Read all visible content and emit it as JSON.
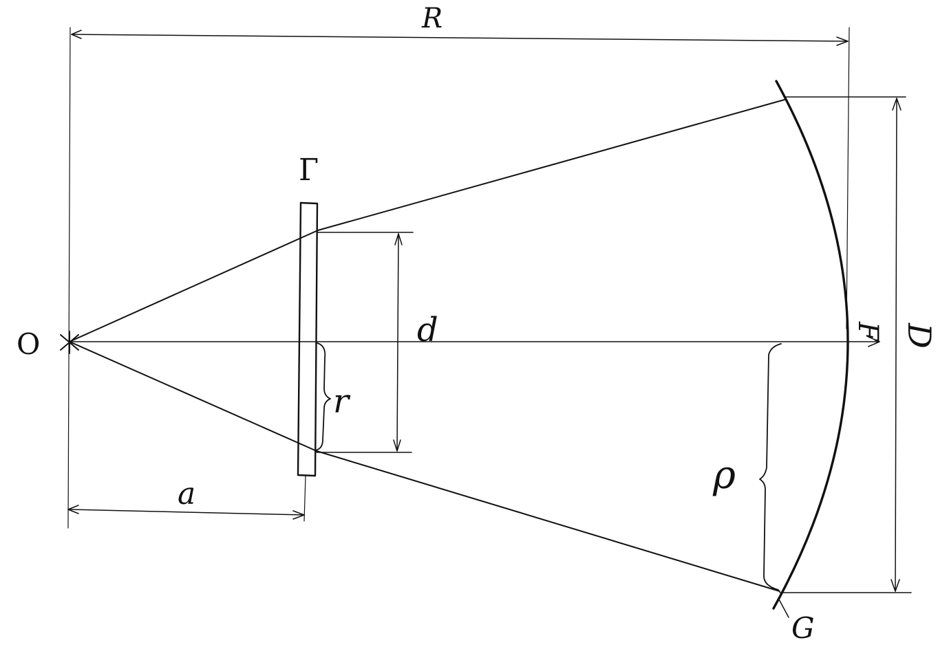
{
  "labels": {
    "source": "O",
    "screen_far": "R",
    "filter": "Г",
    "aperture": "d",
    "half_aperture": "r",
    "distance_a": "a",
    "arc_span": "D",
    "focus": "F",
    "arc_radius": "ρ",
    "arc_end": "G"
  },
  "colors": {
    "ink": "#111111",
    "paper": "#ffffff"
  }
}
